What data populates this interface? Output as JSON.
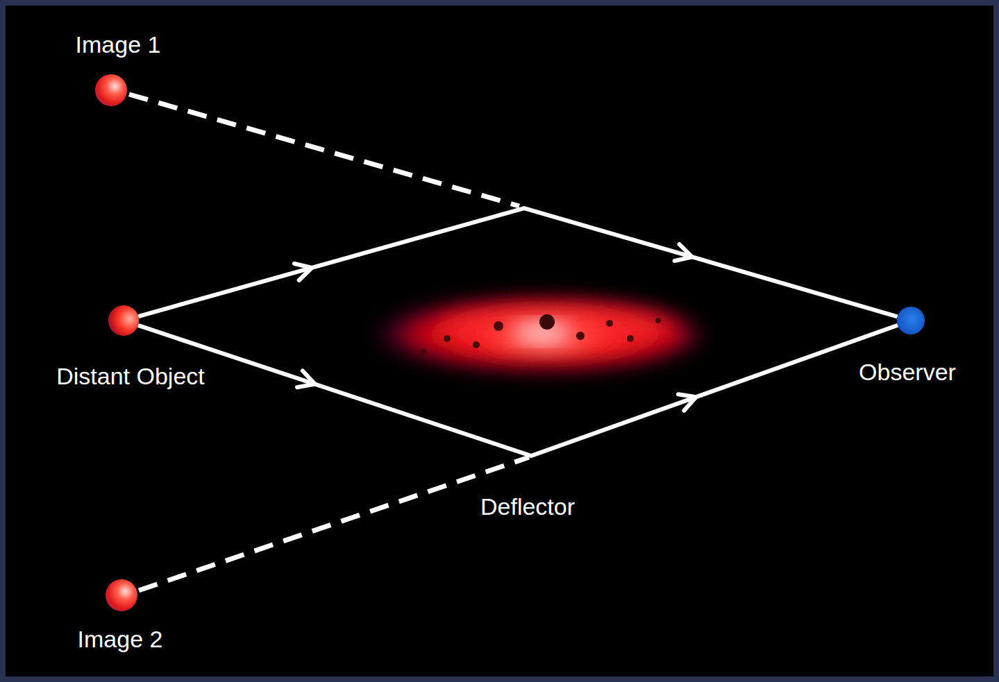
{
  "diagram": {
    "nodes": [
      {
        "text": [
          "Image 1"
        ]
      },
      {
        "text": [
          "Distant Object"
        ]
      },
      {
        "text": [
          "Observer"
        ]
      },
      {
        "text": [
          "Deflector"
        ]
      },
      {
        "text": [
          "Image 2"
        ]
      }
    ],
    "edges": [
      {
        "from": 1,
        "to": 2,
        "arrow": "to"
      },
      {
        "from": 1,
        "to": 2,
        "arrow": "to"
      }
    ]
  }
}
